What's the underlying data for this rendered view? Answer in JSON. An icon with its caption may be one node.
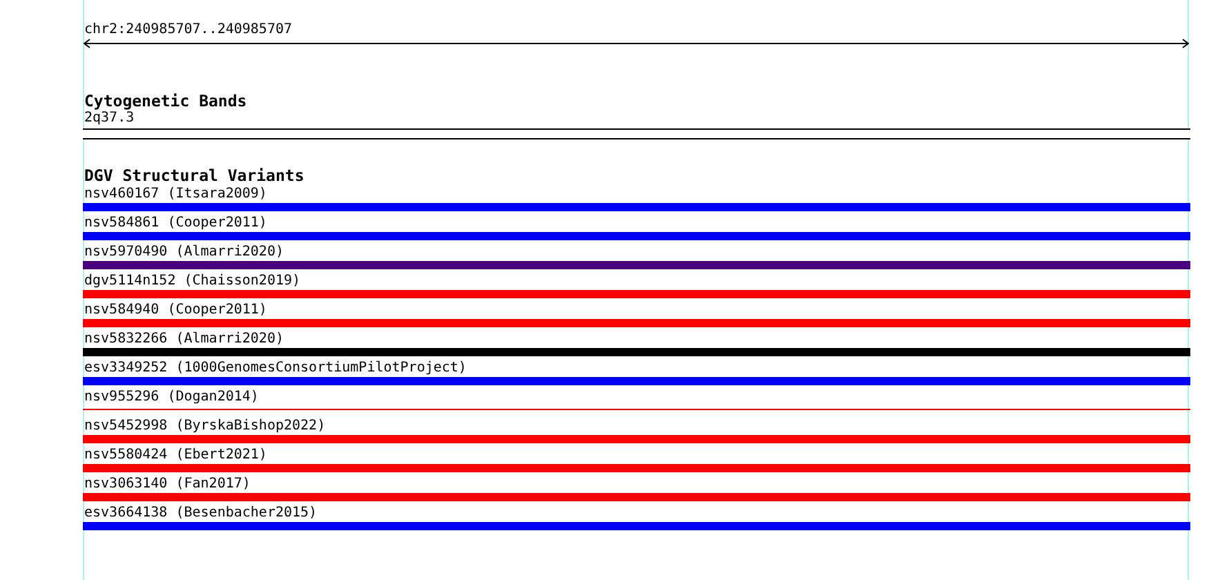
{
  "diagram": {
    "nodes": [
      {
        "text": [
          "2q37.3"
        ]
      },
      {
        "text": [
          "nsv460167 (Itsara2009)"
        ]
      },
      {
        "text": [
          "nsv584861 (Cooper2011)"
        ]
      },
      {
        "text": [
          "nsv5970490 (Almarri2020)"
        ]
      },
      {
        "text": [
          "dgv5114n152 (Chaisson2019)"
        ]
      },
      {
        "text": [
          "nsv584940 (Cooper2011)"
        ]
      },
      {
        "text": [
          "nsv5832266 (Almarri2020)"
        ]
      },
      {
        "text": [
          "esv3349252 (1000GenomesConsortiumPilotProject)"
        ]
      },
      {
        "text": [
          "nsv955296 (Dogan2014)"
        ]
      },
      {
        "text": [
          "nsv5452998 (ByrskaBishop2022)"
        ]
      },
      {
        "text": [
          "nsv5580424 (Ebert2021)"
        ]
      },
      {
        "text": [
          "nsv3063140 (Fan2017)"
        ]
      },
      {
        "text": [
          "esv3664138 (Besenbacher2015)"
        ]
      }
    ],
    "labels": [
      "chr2:240985707..240985707",
      "Cytogenetic Bands",
      "DGV Structural Variants"
    ]
  }
}
